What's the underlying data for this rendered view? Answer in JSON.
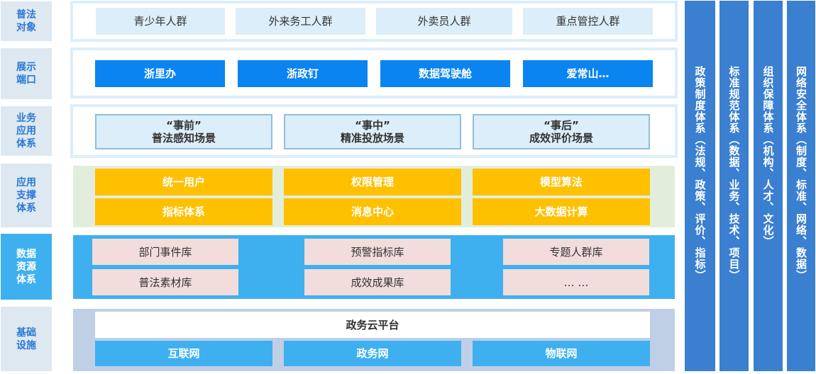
{
  "rows": [
    {
      "label": "普法\n对象",
      "items": [
        "青少年人群",
        "外来务工人群",
        "外卖员人群",
        "重点管控人群"
      ]
    },
    {
      "label": "展示\n端口",
      "items": [
        "浙里办",
        "浙政钉",
        "数据驾驶舱",
        "爱常山…"
      ]
    },
    {
      "label": "业务\n应用\n体系",
      "items": [
        {
          "line1": "“事前”",
          "line2": "普法感知场景"
        },
        {
          "line1": "“事中”",
          "line2": "精准投放场景"
        },
        {
          "line1": "“事后”",
          "line2": "成效评价场景"
        }
      ]
    },
    {
      "label": "应用\n支撑\n体系",
      "items": [
        "统一用户",
        "权限管理",
        "模型算法",
        "指标体系",
        "消息中心",
        "大数据计算"
      ]
    },
    {
      "label": "数据\n资源\n体系",
      "items": [
        "部门事件库",
        "预警指标库",
        "专题人群库",
        "普法素材库",
        "成效成果库",
        "… …"
      ]
    },
    {
      "label": "基础\n设施",
      "top": "政务云平台",
      "items": [
        "互联网",
        "政务网",
        "物联网"
      ]
    }
  ],
  "side_columns": [
    "政策制度体系（法规、政策、评价、指标）",
    "标准规范体系（数据、业务、技术、项目）",
    "组织保障体系（机构、人才、文化）",
    "网络安全体系（制度、标准、网络、数据）"
  ],
  "colors": {
    "label_bg": "#dde8f0",
    "label_text": "#2b78d6",
    "label_data_bg": "#3eb0ef",
    "panel_blue_border": "#ddeefa",
    "light_box": "#dbeefa",
    "blue_box": "#0a84f0",
    "support_bg": "#e2eedb",
    "yellow_box": "#ffc000",
    "data_bg": "#3eb0ef",
    "pink_box": "#f2dcdc",
    "infra_bg": "#bfcfe6",
    "infra_box": "#3eb0ef",
    "side_bg": "#3b7fd0"
  }
}
